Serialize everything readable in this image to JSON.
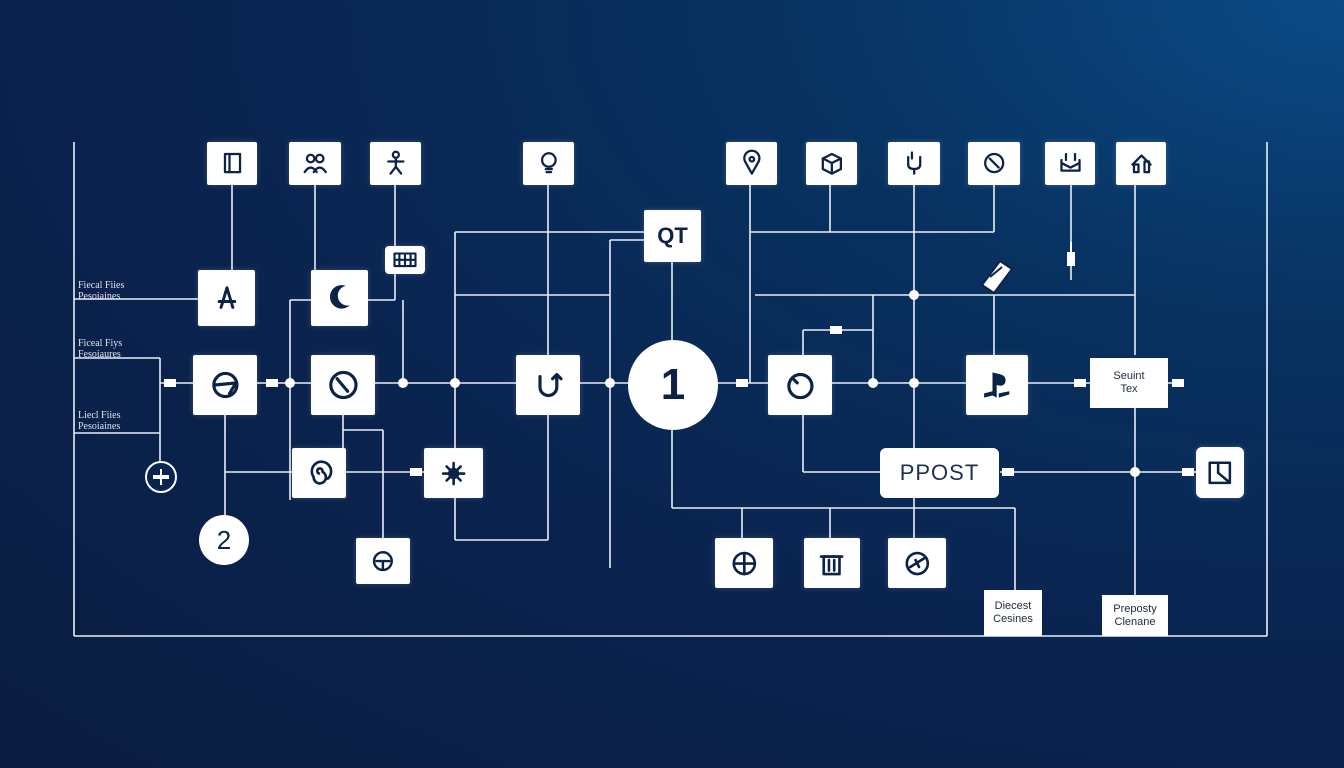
{
  "center_badge": "1",
  "secondary_badge": "2",
  "hub_box": "PPOST",
  "left_labels": [
    {
      "line1": "Fiecal Fiies",
      "line2": "Pesoiaines"
    },
    {
      "line1": "Ficeal Fiys",
      "line2": "Fesoiaures"
    },
    {
      "line1": "Liecl Fiies",
      "line2": "Pesoiaines"
    }
  ],
  "right_box": {
    "line1": "Seuint",
    "line2": "Tex"
  },
  "bottom_boxes": [
    {
      "line1": "Diecest",
      "line2": "Cesines"
    },
    {
      "line1": "Preposty",
      "line2": "Clenane"
    }
  ],
  "top_right_code_box": "QT",
  "top_icons": [
    "book-icon",
    "people-icon",
    "person-icon",
    "lightbulb-icon",
    "location-pin-icon",
    "package-icon",
    "plug-icon",
    "compass-icon",
    "hand-icon",
    "chart-arrow-icon"
  ],
  "colors": {
    "background": "#0a2450",
    "foreground": "#ffffff",
    "ink": "#0b2347"
  }
}
